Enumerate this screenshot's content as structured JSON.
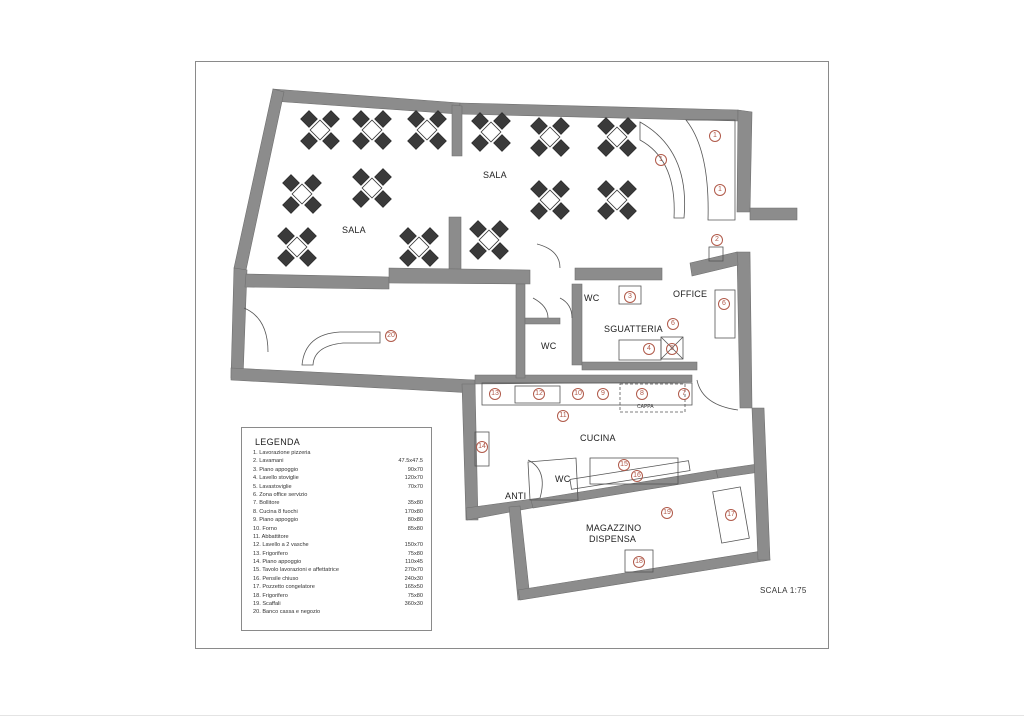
{
  "rooms": {
    "sala_top": "SALA",
    "sala_left": "SALA",
    "wc_1": "WC",
    "wc_2": "WC",
    "wc_3": "WC",
    "office": "OFFICE",
    "sguatteria": "SGUATTERIA",
    "cucina": "CUCINA",
    "anti": "ANTI",
    "magazzino": "MAGAZZINO",
    "dispensa": "DISPENSA",
    "cappa": "CAPPA"
  },
  "markers": [
    "1",
    "1",
    "1",
    "2",
    "3",
    "4",
    "5",
    "6",
    "7",
    "8",
    "9",
    "10",
    "11",
    "12",
    "13",
    "14",
    "15",
    "16",
    "17",
    "18",
    "19",
    "20"
  ],
  "legend": {
    "title": "LEGENDA",
    "items": [
      {
        "label": "1. Lavorazione pizzeria",
        "dim": ""
      },
      {
        "label": "2. Lavamani",
        "dim": "47.5x47.5"
      },
      {
        "label": "3. Piano appoggio",
        "dim": "90x70"
      },
      {
        "label": "4. Lavello stoviglie",
        "dim": "120x70"
      },
      {
        "label": "5. Lavastoviglie",
        "dim": "70x70"
      },
      {
        "label": "6. Zona office servizio",
        "dim": ""
      },
      {
        "label": "7. Bollitore",
        "dim": "35x80"
      },
      {
        "label": "8. Cucina 8 fuochi",
        "dim": "170x80"
      },
      {
        "label": "9. Piano appoggio",
        "dim": "80x80"
      },
      {
        "label": "10. Forno",
        "dim": "85x80"
      },
      {
        "label": "11. Abbattitore",
        "dim": ""
      },
      {
        "label": "12. Lavello a 2 vasche",
        "dim": "150x70"
      },
      {
        "label": "13. Frigorifero",
        "dim": "75x80"
      },
      {
        "label": "14. Piano appoggio",
        "dim": "110x45"
      },
      {
        "label": "15. Tavolo lavorazioni e affettatrice",
        "dim": "270x70"
      },
      {
        "label": "16. Pensile chiuso",
        "dim": "240x30"
      },
      {
        "label": "17. Pozzetto congelatore",
        "dim": "165x50"
      },
      {
        "label": "18. Frigorifero",
        "dim": "75x80"
      },
      {
        "label": "19. Scaffali",
        "dim": "360x30"
      },
      {
        "label": "20. Banco cassa e negozio",
        "dim": ""
      }
    ]
  },
  "scale_label": "SCALA 1:75",
  "colors": {
    "wall": "#8c8c8c",
    "line": "#555555",
    "chair": "#3a3a3a",
    "marker": "#b05a4a",
    "frame": "#8a8a8a"
  }
}
